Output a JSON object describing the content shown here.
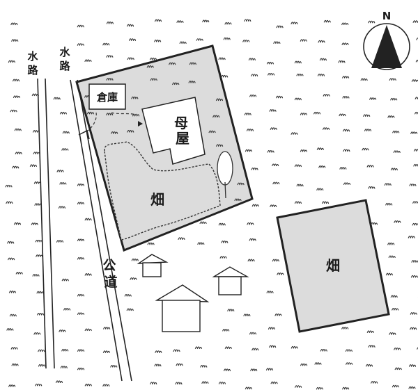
{
  "compass": {
    "label": "N",
    "icon": "north-arrow-icon"
  },
  "labels": {
    "waterway_left": "水路",
    "waterway_right": "水路",
    "public_road": "公道",
    "storehouse": "倉庫",
    "main_house": "母屋",
    "field_in_lot": "畑",
    "field_right": "畑"
  },
  "colors": {
    "lot_fill": "#dcdcdc",
    "field_fill": "#dcdcdc",
    "line": "#222222",
    "background": "#ffffff"
  }
}
